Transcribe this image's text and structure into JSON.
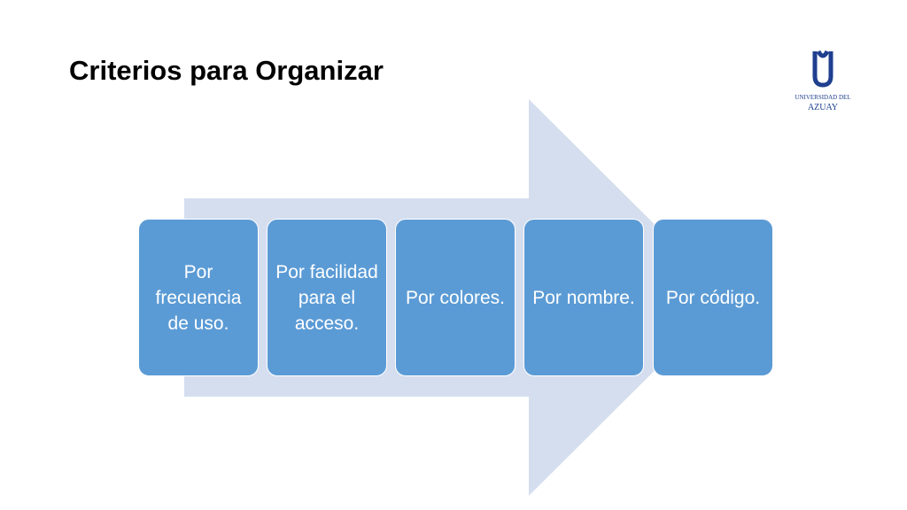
{
  "slide": {
    "title": "Criterios para Organizar"
  },
  "logo": {
    "line1": "UNIVERSIDAD DEL",
    "line2": "AZUAY"
  },
  "colors": {
    "arrow": "#d5deef",
    "box": "#5b9bd5",
    "text": "#ffffff",
    "logo": "#1f3f8f"
  },
  "steps": [
    {
      "label": "Por frecuencia de uso."
    },
    {
      "label": "Por facilidad para el acceso."
    },
    {
      "label": "Por colores."
    },
    {
      "label": "Por nombre."
    },
    {
      "label": "Por código."
    }
  ]
}
